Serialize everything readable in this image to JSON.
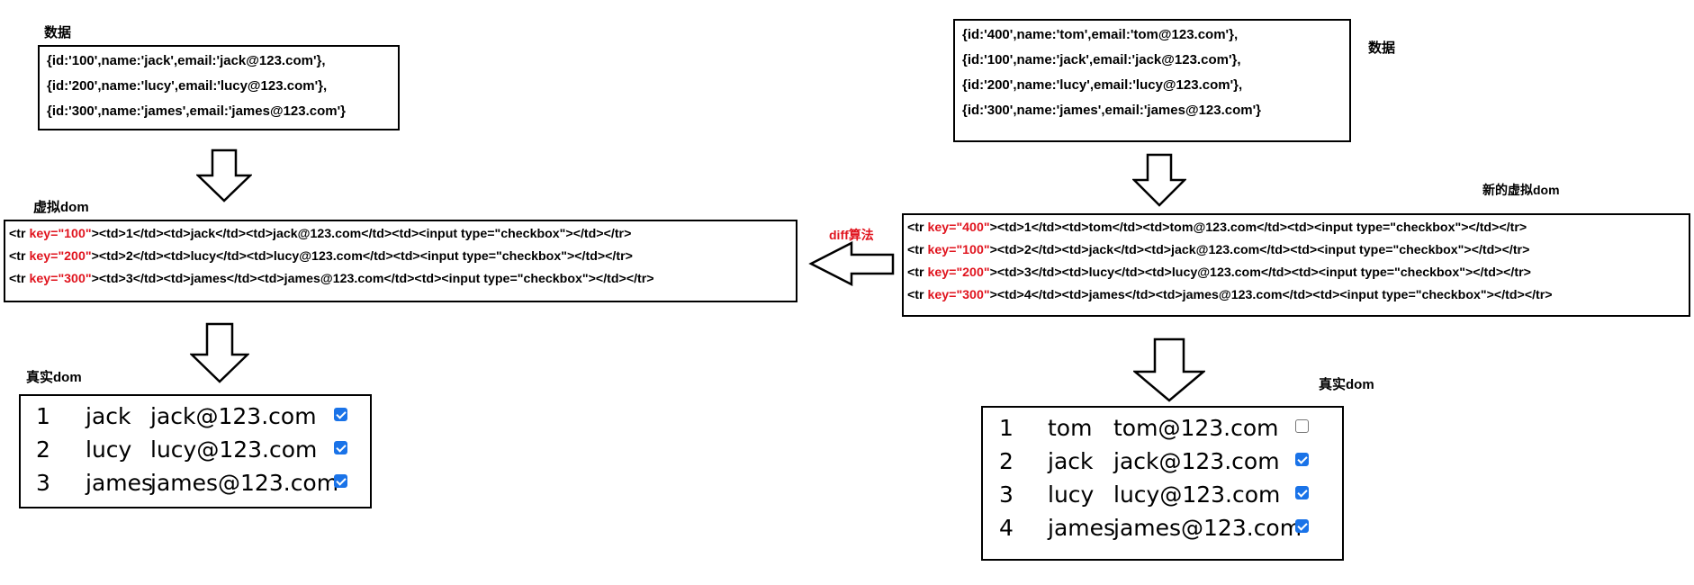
{
  "left": {
    "data_label": "数据",
    "data_lines": [
      "{id:'100',name:'jack',email:'jack@123.com'},",
      "{id:'200',name:'lucy',email:'lucy@123.com'},",
      "{id:'300',name:'james',email:'james@123.com'}"
    ],
    "vdom_label": "虚拟dom",
    "vdom_rows": [
      {
        "pre": "<tr ",
        "key": "key=\"100\"",
        "post": "><td>1</td><td>jack</td><td>jack@123.com</td><td><input type=\"checkbox\"></td></tr>"
      },
      {
        "pre": "<tr ",
        "key": "key=\"200\"",
        "post": "><td>2</td><td>lucy</td><td>lucy@123.com</td><td><input type=\"checkbox\"></td></tr>"
      },
      {
        "pre": "<tr ",
        "key": "key=\"300\"",
        "post": "><td>3</td><td>james</td><td>james@123.com</td><td><input type=\"checkbox\"></td></tr>"
      }
    ],
    "real_label": "真实dom",
    "real_rows": [
      {
        "num": "1",
        "name": "jack",
        "email": "jack@123.com",
        "checked": true
      },
      {
        "num": "2",
        "name": "lucy",
        "email": "lucy@123.com",
        "checked": true
      },
      {
        "num": "3",
        "name": "james",
        "email": "james@123.com",
        "checked": true
      }
    ]
  },
  "right": {
    "data_label": "数据",
    "data_lines": [
      "{id:'400',name:'tom',email:'tom@123.com'},",
      "{id:'100',name:'jack',email:'jack@123.com'},",
      "{id:'200',name:'lucy',email:'lucy@123.com'},",
      "{id:'300',name:'james',email:'james@123.com'}"
    ],
    "vdom_label": "新的虚拟dom",
    "vdom_rows": [
      {
        "pre": "<tr ",
        "key": "key=\"400\"",
        "post": "><td>1</td><td>tom</td><td>tom@123.com</td><td><input type=\"checkbox\"></td></tr>"
      },
      {
        "pre": "<tr ",
        "key": "key=\"100\"",
        "post": "><td>2</td><td>jack</td><td>jack@123.com</td><td><input type=\"checkbox\"></td></tr>"
      },
      {
        "pre": "<tr ",
        "key": "key=\"200\"",
        "post": "><td>3</td><td>lucy</td><td>lucy@123.com</td><td><input type=\"checkbox\"></td></tr>"
      },
      {
        "pre": "<tr ",
        "key": "key=\"300\"",
        "post": "><td>4</td><td>james</td><td>james@123.com</td><td><input type=\"checkbox\"></td></tr>"
      }
    ],
    "real_label": "真实dom",
    "real_rows": [
      {
        "num": "1",
        "name": "tom",
        "email": "tom@123.com",
        "checked": false
      },
      {
        "num": "2",
        "name": "jack",
        "email": "jack@123.com",
        "checked": true
      },
      {
        "num": "3",
        "name": "lucy",
        "email": "lucy@123.com",
        "checked": true
      },
      {
        "num": "4",
        "name": "james",
        "email": "james@123.com",
        "checked": true
      }
    ]
  },
  "diff_label": "diff算法",
  "colors": {
    "key": "#e0141e",
    "checkbox": "#1a73e8"
  }
}
